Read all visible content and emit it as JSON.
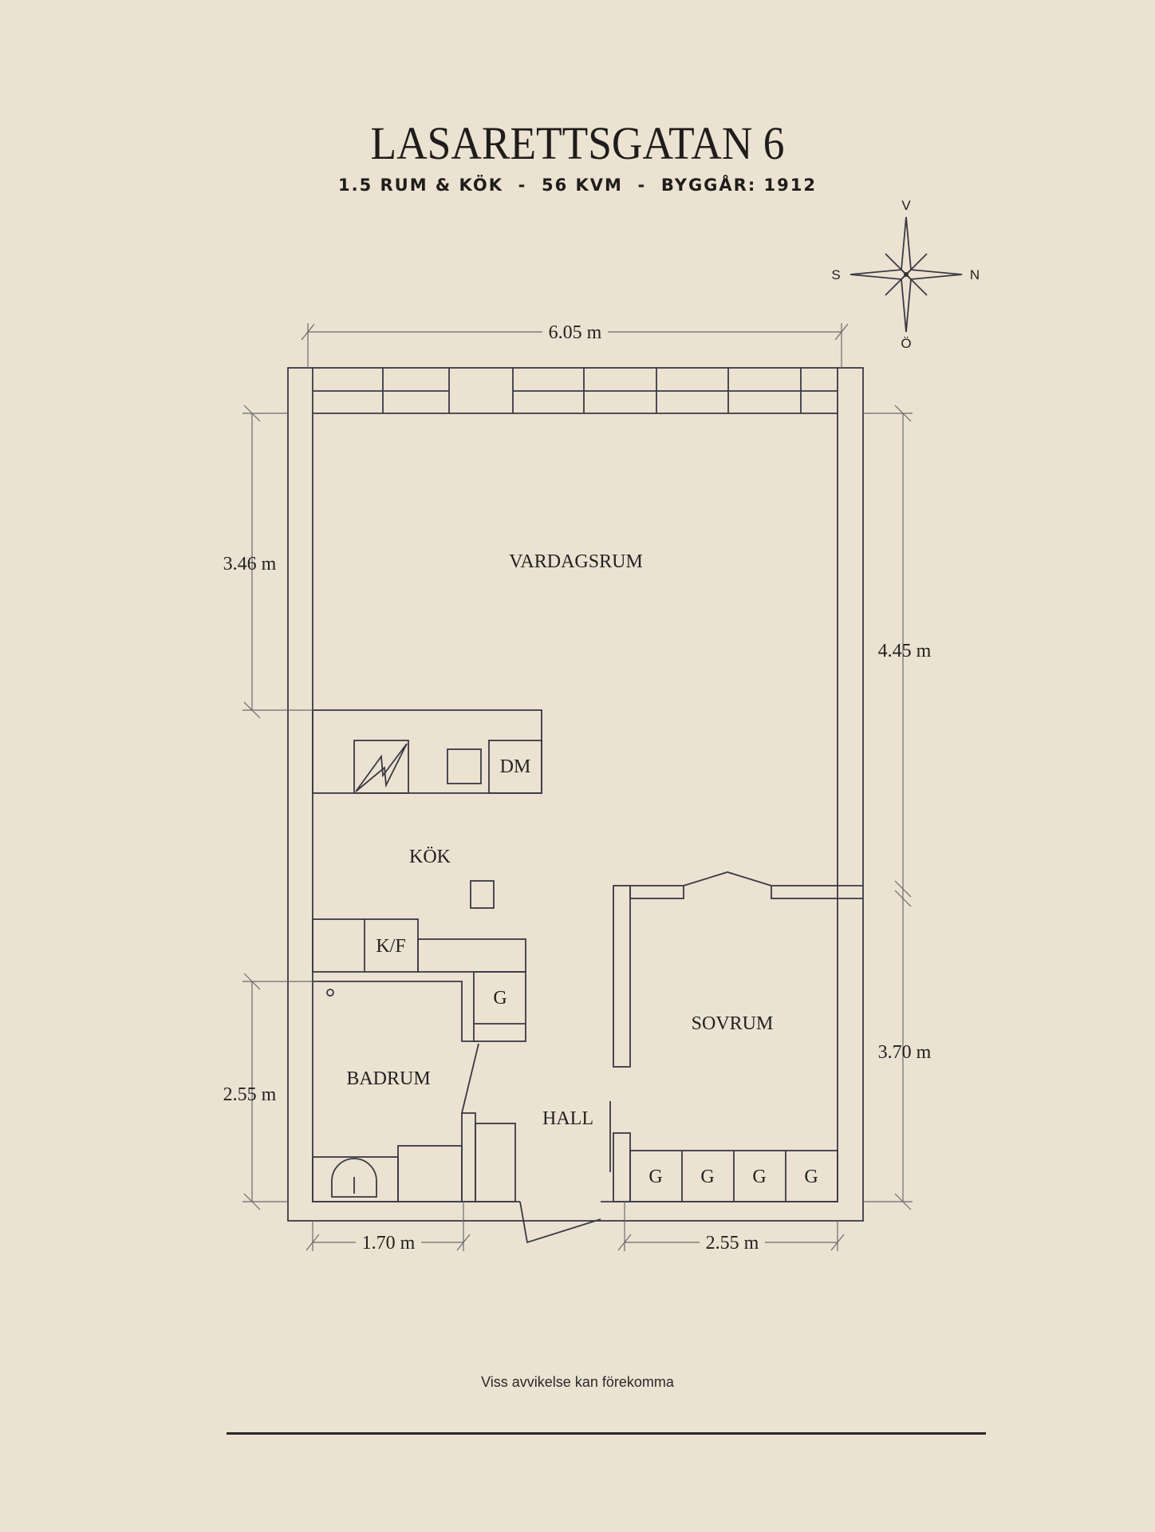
{
  "header": {
    "title": "LASARETTSGATAN 6",
    "subtitle": "1.5 RUM & KÖK  -  56 KVM  -  BYGGÅR: 1912"
  },
  "compass": {
    "north": "N",
    "south": "S",
    "west": "V",
    "east": "Ö"
  },
  "rooms": {
    "living": "VARDAGSRUM",
    "kitchen": "KÖK",
    "bathroom": "BADRUM",
    "hall": "HALL",
    "bedroom": "SOVRUM",
    "dishwasher": "DM",
    "fridge_freezer": "K/F",
    "wardrobe": "G"
  },
  "dimensions": {
    "top_width": "6.05 m",
    "left_upper": "3.46 m",
    "left_lower": "2.55 m",
    "right_upper": "4.45 m",
    "right_lower": "3.70 m",
    "bottom_left": "1.70 m",
    "bottom_right": "2.55 m"
  },
  "footer": {
    "disclaimer": "Viss avvikelse kan förekomma"
  }
}
